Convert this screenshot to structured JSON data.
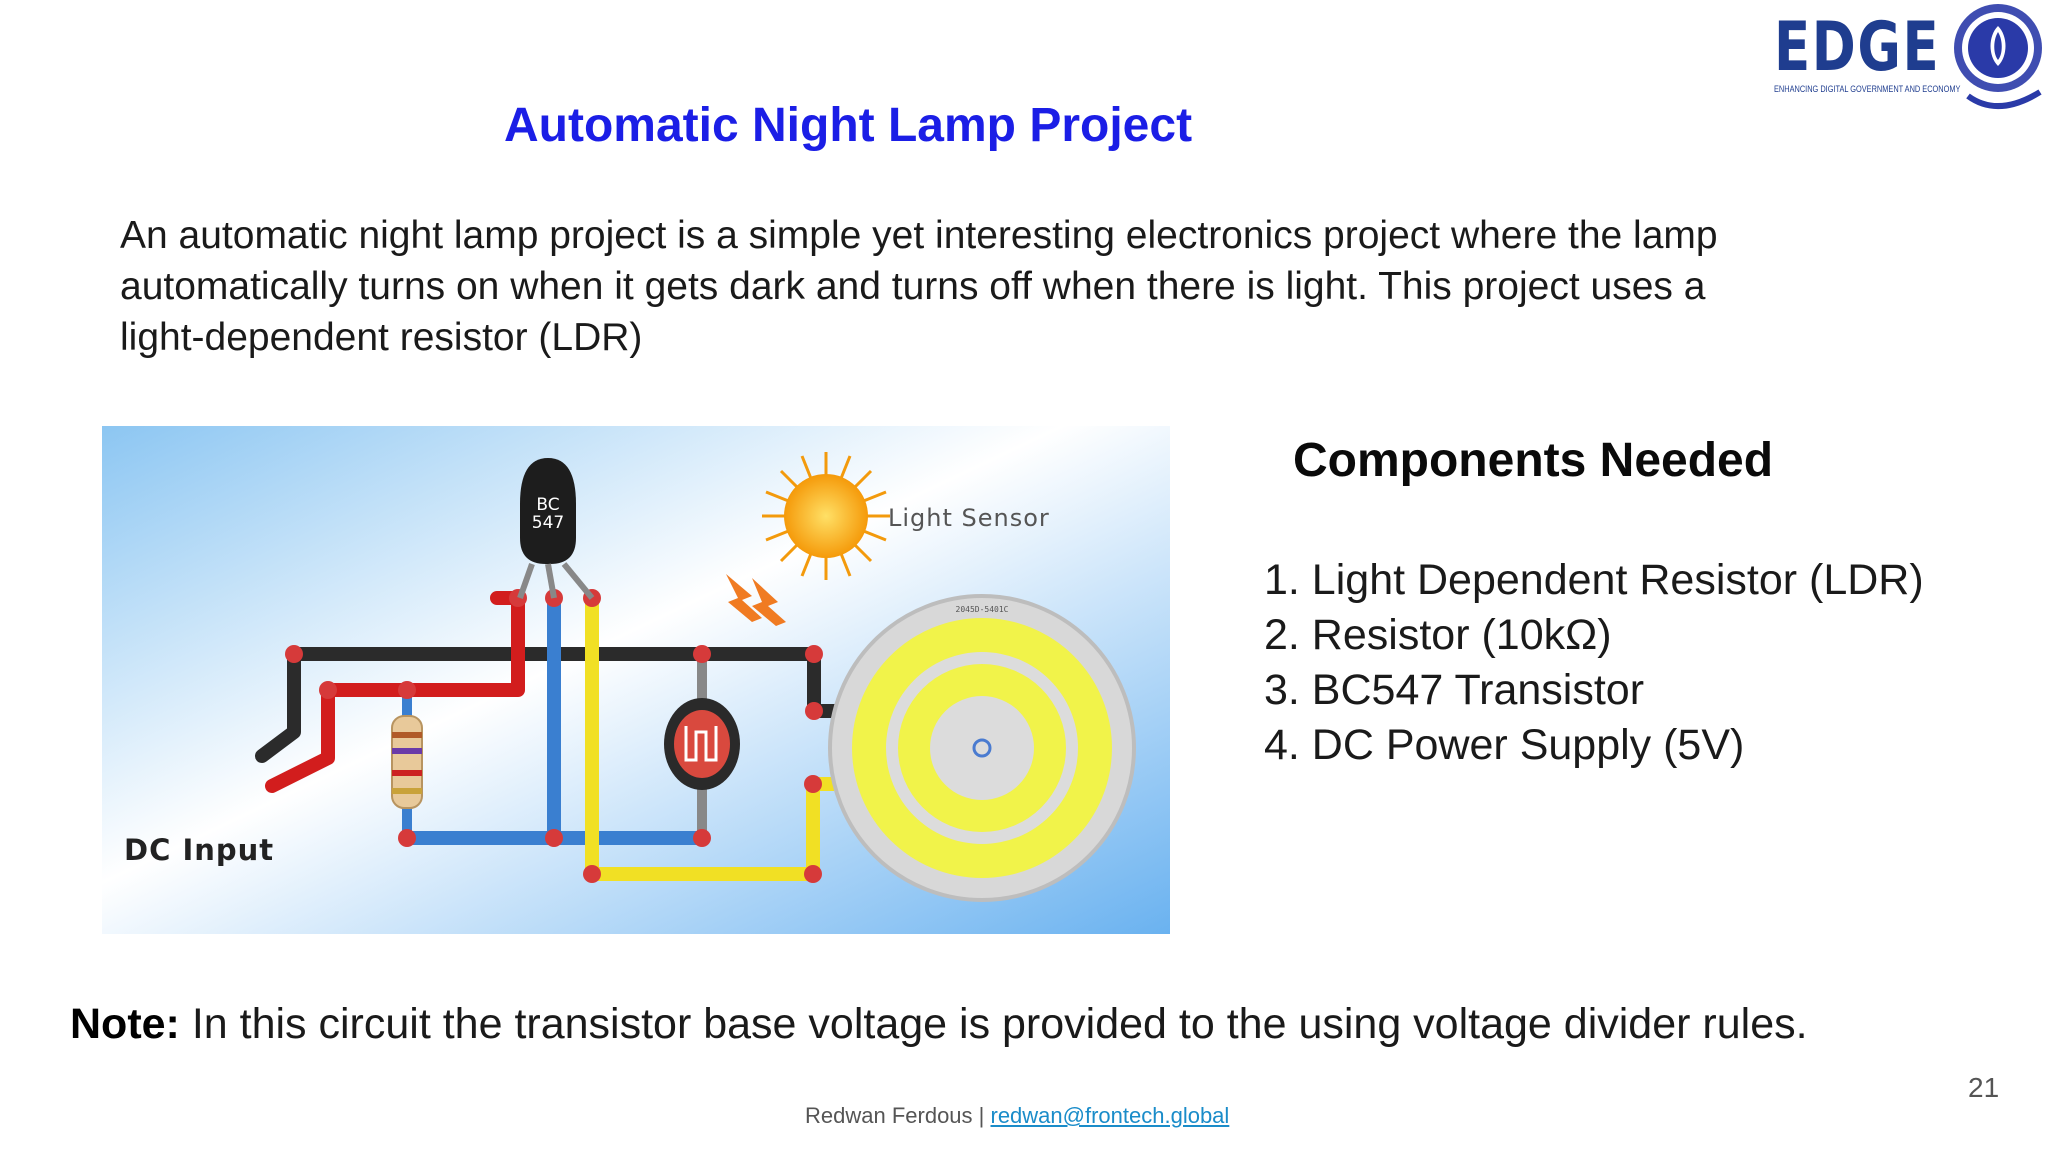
{
  "logo": {
    "brand": "EDGE",
    "tagline": "ENHANCING DIGITAL GOVERNMENT AND ECONOMY",
    "brand_color": "#1f3d8f",
    "emblem_icon": "university-emblem-icon"
  },
  "slide": {
    "title": "Automatic Night Lamp Project",
    "title_color": "#1b1ee6",
    "intro_lines": [
      "An automatic night lamp project is a simple yet interesting electronics project where the lamp",
      "automatically turns on when it gets dark and turns off when there is light. This project uses a",
      "light-dependent resistor (LDR)"
    ]
  },
  "diagram": {
    "transistor_label_1": "BC",
    "transistor_label_2": "547",
    "sensor_label": "Light Sensor",
    "input_label": "DC Input",
    "led_label": "2045D-5401C"
  },
  "components": {
    "title": "Components Needed",
    "items": [
      "1. Light Dependent Resistor (LDR)",
      "2. Resistor (10kΩ)",
      "3. BC547 Transistor",
      "4. DC Power Supply (5V)"
    ]
  },
  "note": {
    "label": "Note:",
    "text": " In this circuit the transistor base voltage is provided to the using voltage divider rules."
  },
  "footer": {
    "author": "Redwan Ferdous",
    "separator": " | ",
    "email": "redwan@frontech.global",
    "page_number": "21"
  }
}
